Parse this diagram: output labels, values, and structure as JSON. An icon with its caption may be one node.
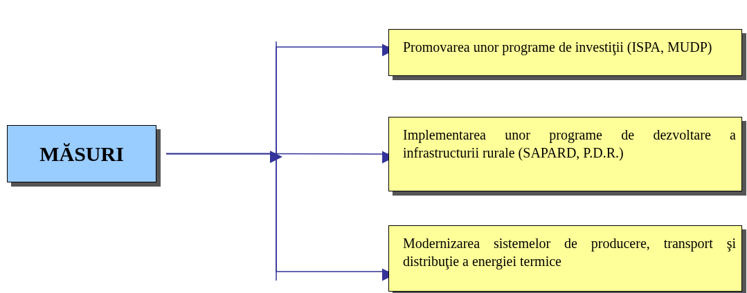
{
  "diagram": {
    "nodes": [
      {
        "text": [
          "MĂSURI"
        ]
      },
      {
        "text": [
          "Promovarea unor programe de investiţii (ISPA, MUDP)"
        ]
      },
      {
        "text": [
          "Implementarea unor programe de dezvoltare a infrastructurii rurale (SAPARD, P.D.R.)"
        ]
      },
      {
        "text": [
          "Modernizarea sistemelor de producere, transport şi distribuţie a energiei termice"
        ]
      }
    ],
    "edges": [
      {
        "from": 0,
        "to": 1,
        "arrow": "to"
      },
      {
        "from": 0,
        "to": 2,
        "arrow": "to"
      },
      {
        "from": 0,
        "to": 3,
        "arrow": "to"
      }
    ]
  }
}
